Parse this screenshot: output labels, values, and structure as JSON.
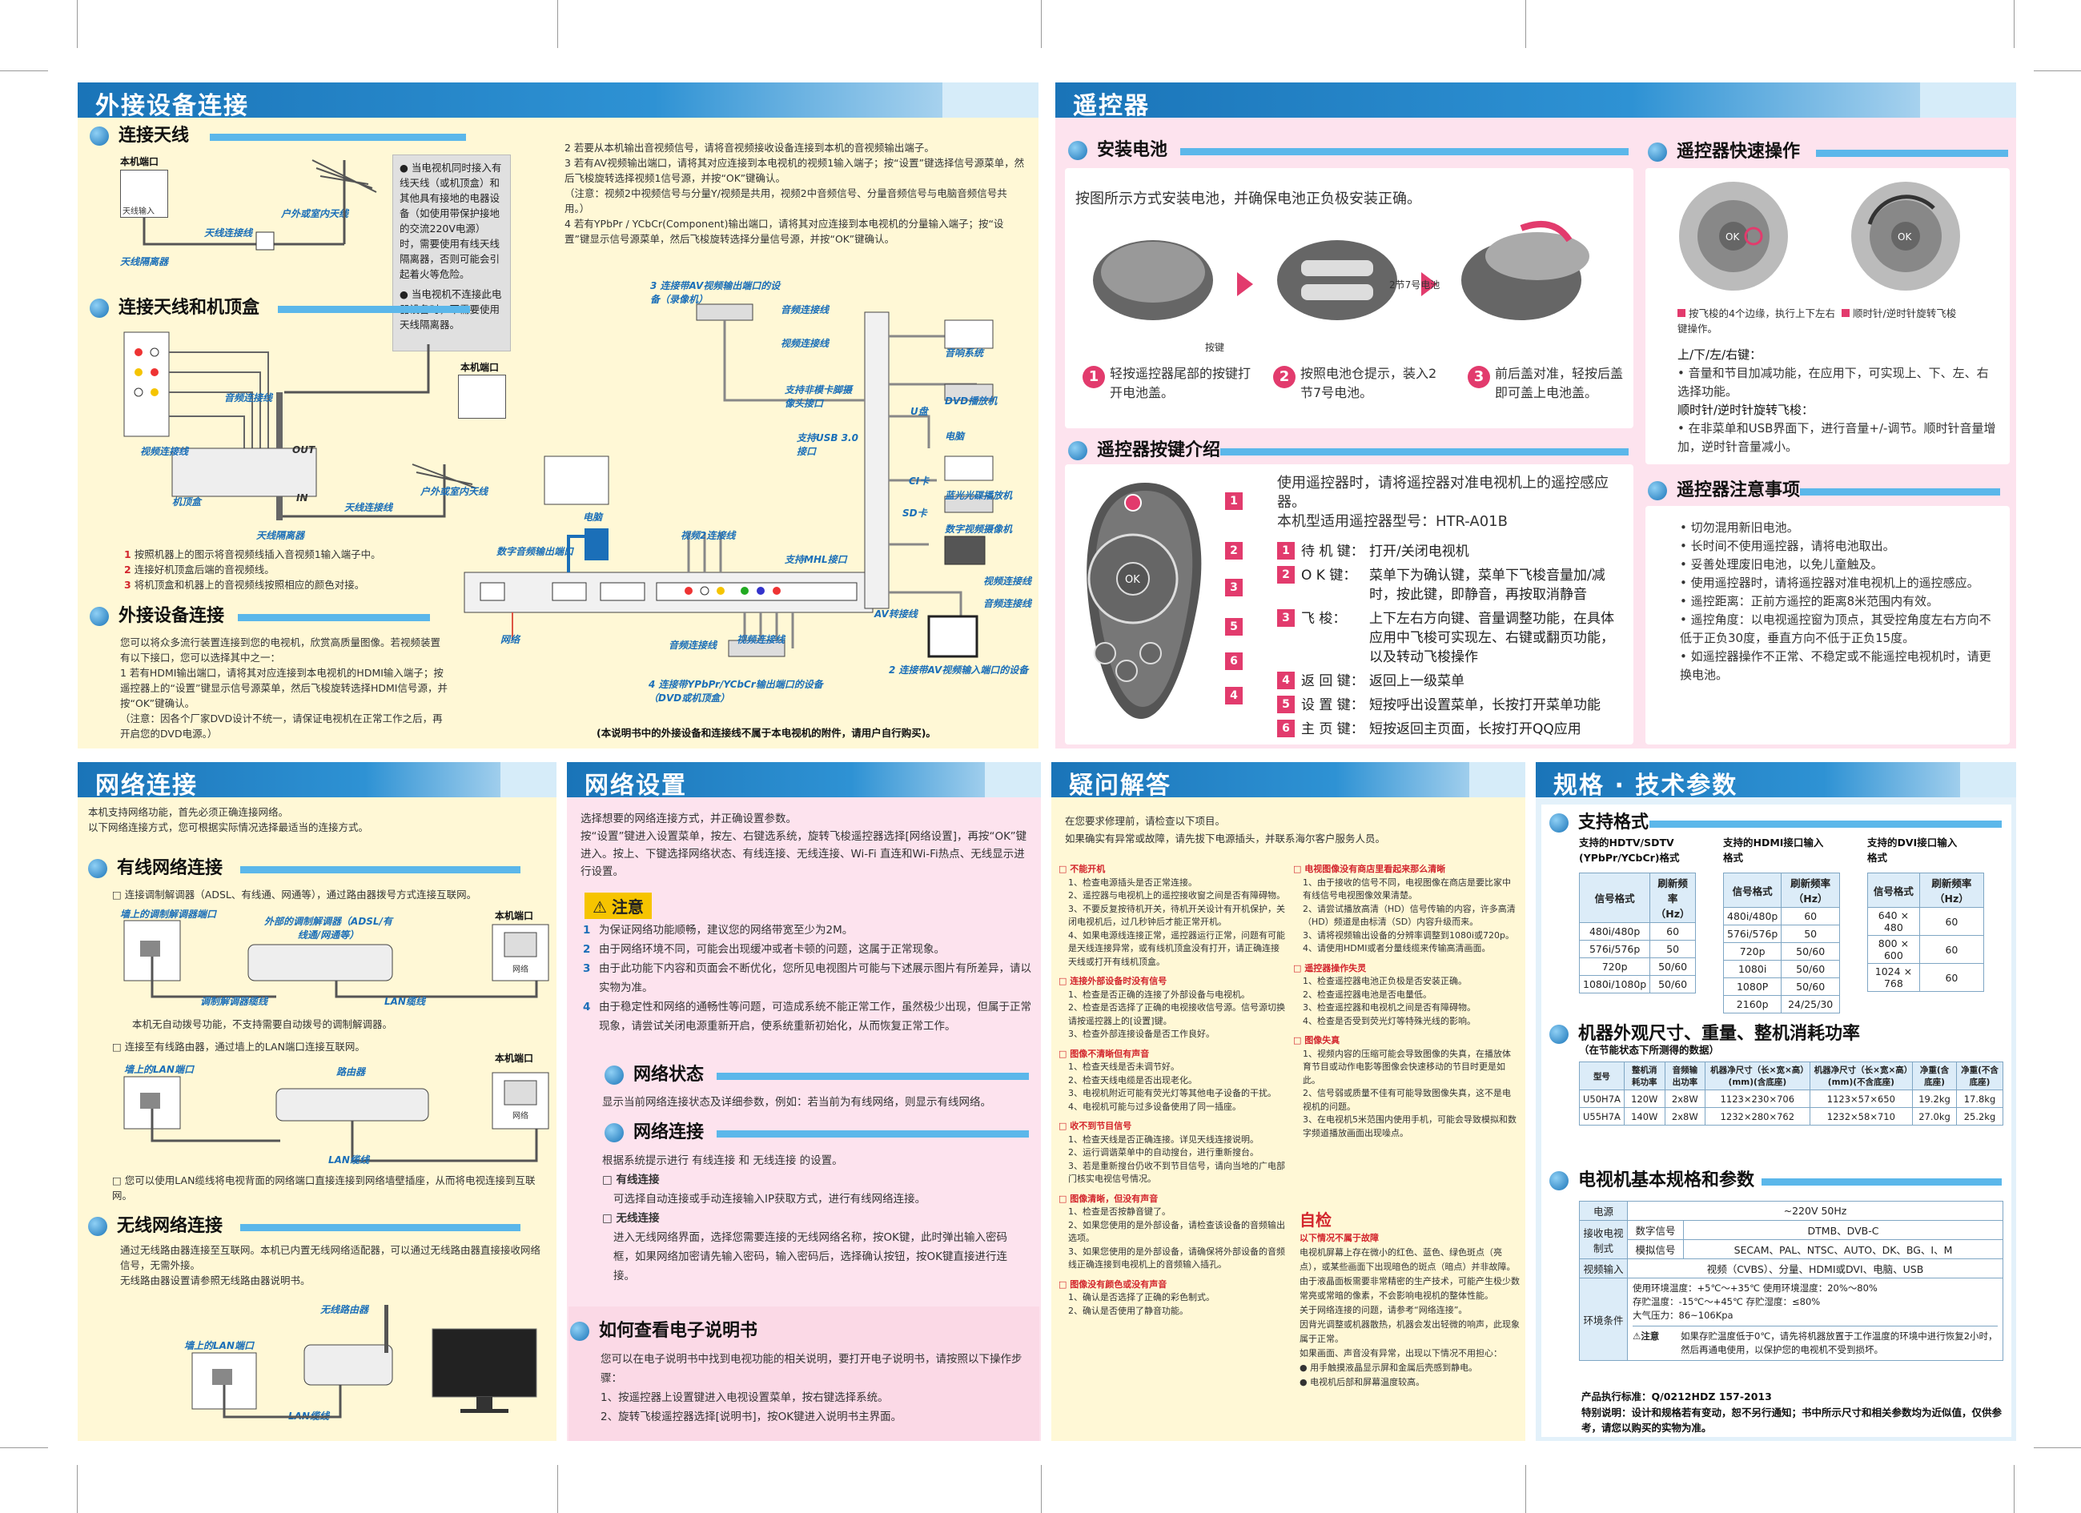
{
  "headers": {
    "external": "外接设备连接",
    "remote": "遥控器",
    "network_conn": "网络连接",
    "network_set": "网络设置",
    "faq": "疑问解答",
    "spec": "规格 · 技术参数"
  },
  "ext": {
    "antenna_title": "连接天线",
    "tv_port": "本机端口",
    "antenna_in": "天线输入",
    "antenna_wire": "天线连接线",
    "outdoor_antenna": "户外或室内天线",
    "antenna_isolator": "天线隔离器",
    "note1": "● 当电视机同时接入有线天线（或机顶盒）和其他具有接地的电器设备（如使用带保护接地的交流220V电源）时，需要使用有线天线隔离器，否则可能会引起着火等危险。",
    "note2": "● 当电视机不连接此电器设备时，不需要使用天线隔离器。",
    "antenna_stb_title": "连接天线和机顶盒",
    "audio_wire": "音频连接线",
    "video_wire": "视频连接线",
    "stb": "机顶盒",
    "out": "OUT",
    "in": "IN",
    "tv_port2": "本机端口",
    "steps": [
      "按照机器上的图示将音视频线插入音视频1输入端子中。",
      "连接好机顶盒后端的音视频线。",
      "将机顶盒和机器上的音视频线按照相应的颜色对接。"
    ],
    "ext_title": "外接设备连接",
    "ext_desc": "您可以将众多流行装置连接到您的电视机，欣赏高质量图像。若视频装置有以下接口，您可以选择其中之一：",
    "ext_1": "1  若有HDMI输出端口，请将其对应连接到本电视机的HDMI输入端子；按遥控器上的“设置”键显示信号源菜单，然后飞梭旋转选择HDMI信号源，并按“OK”键确认。",
    "ext_1_note": "（注意：因各个厂家DVD设计不统一，请保证电视机在正常工作之后，再开启您的DVD电源。）",
    "ext_2": "2  若要从本机输出音视频信号，请将音视频接收设备连接到本机的音视频输出端子。",
    "ext_3": "3  若有AV视频输出端口，请将其对应连接到本电视机的视频1输入端子；按“设置”键选择信号源菜单，然后飞梭旋转选择视频1信号源，并按“OK”键确认。",
    "ext_3_note": "（注意：视频2中视频信号与分量Y/视频是共用，视频2中音频信号、分量音频信号与电脑音频信号共用。）",
    "ext_4": "4  若有YPbPr / YCbCr(Component)输出端口，请将其对应连接到本电视机的分量输入端子；按“设置”键显示信号源菜单，然后飞梭旋转选择分量信号源，并按“OK”键确认。",
    "lab_av_out": "3 连接带AV视频输出端口的设备（录像机）",
    "lab_audio": "音频连接线",
    "lab_video": "视频连接线",
    "lab_sound": "音响系统",
    "lab_cam": "支持非模卡脚摄像头接口",
    "lab_udisk": "U盘",
    "lab_usb": "支持USB 3.0接口",
    "lab_dvd": "DVD播放机",
    "lab_pc": "电脑",
    "lab_ci": "CI卡",
    "lab_sd": "SD卡",
    "lab_bluray": "蓝光光碟播放机",
    "lab_dv": "数字视频摄像机",
    "lab_pc2": "电脑",
    "lab_video2": "视频2连接线",
    "lab_digital_audio": "数字音频输出端口",
    "lab_mhl": "支持MHL接口",
    "lab_av_wire": "AV转接线",
    "lab_vid": "视频连接线",
    "lab_aud": "音频连接线",
    "lab_net": "网络",
    "lab_comp": "4 连接带YPbPr/YCbCr输出端口的设备（DVD或机顶盒）",
    "lab_av2": "2 连接带AV视频输入端口的设备",
    "disclaimer": "(本说明书中的外接设备和连接线不属于本电视机的附件，请用户自行购买)。"
  },
  "remote": {
    "battery_title": "安装电池",
    "battery_desc": "按图所示方式安装电池，并确保电池正负极安装正确。",
    "button": "按键",
    "battery_label": "2节7号电池",
    "step1": "轻按遥控器尾部的按键打开电池盖。",
    "step2": "按照电池仓提示，装入2节7号电池。",
    "step3": "前后盖对准，轻按后盖即可盖上电池盖。",
    "quick_title": "遥控器快速操作",
    "quick_a": "按飞梭的4个边缘，执行上下左右键操作。",
    "quick_b": "顺时针/逆时针旋转飞梭",
    "quick_list": [
      "上/下/左/右键：",
      "• 音量和节目加减功能，在应用下，可实现上、下、左、右选择功能。",
      "顺时针/逆时针旋转飞梭：",
      "• 在非菜单和USB界面下，进行音量+/-调节。顺时针音量增加，逆时针音量减小。"
    ],
    "keys_title": "遥控器按键介绍",
    "keys_desc": "使用遥控器时，请将遥控器对准电视机上的遥控感应器。",
    "model": "本机型适用遥控器型号：HTR-A01B",
    "keys": [
      {
        "n": "1",
        "k": "待 机 键：",
        "v": "打开/关闭电视机"
      },
      {
        "n": "2",
        "k": "O K  键：",
        "v": "菜单下为确认键，菜单下飞梭音量加/减时，按此键，即静音，再按取消静音"
      },
      {
        "n": "3",
        "k": "飞    梭：",
        "v": "上下左右方向键、音量调整功能，在具体应用中飞梭可实现左、右键或翻页功能，以及转动飞梭操作"
      },
      {
        "n": "4",
        "k": "返 回 键：",
        "v": "返回上一级菜单"
      },
      {
        "n": "5",
        "k": "设 置 键：",
        "v": "短按呼出设置菜单，长按打开菜单功能"
      },
      {
        "n": "6",
        "k": "主 页 键：",
        "v": "短按返回主页面，长按打开QQ应用"
      }
    ],
    "callouts": [
      "1",
      "2",
      "3",
      "5",
      "6",
      "4"
    ],
    "care_title": "遥控器注意事项",
    "care": [
      "• 切勿混用新旧电池。",
      "• 长时间不使用遥控器，请将电池取出。",
      "• 妥善处理废旧电池，以免儿童触及。",
      "• 使用遥控器时，请将遥控器对准电视机上的遥控感应。",
      "• 遥控距离：正前方遥控的距离8米范围内有效。",
      "• 遥控角度：以电视遥控窗为顶点，其受控角度左右方向不低于正负30度，垂直方向不低于正负15度。",
      "• 如遥控器操作不正常、不稳定或不能遥控电视机时，请更换电池。"
    ],
    "ok": "OK"
  },
  "net": {
    "intro1": "本机支持网络功能，首先必须正确连接网络。",
    "intro2": "以下网络连接方式，您可根据实际情况选择最适当的连接方式。",
    "wired_title": "有线网络连接",
    "wired_1": "□ 连接调制解调器（ADSL、有线通、网通等），通过路由器拨号方式连接互联网。",
    "wall_modem": "墙上的调制解调器端口",
    "ext_modem": "外部的调制解调器（ADSL/有线通/网通等）",
    "tv_port": "本机端口",
    "modem_wire": "调制解调器缆线",
    "lan_wire": "LAN缆线",
    "net_port": "网络",
    "wired_note": "本机无自动拨号功能，不支持需要自动拨号的调制解调器。",
    "wired_2": "□ 连接至有线路由器，通过墙上的LAN端口连接互联网。",
    "wall_lan": "墙上的LAN端口",
    "router": "路由器",
    "tv_port2": "本机端口",
    "net_port2": "网络",
    "lan_wire2": "LAN缆线",
    "wired_3": "□ 您可以使用LAN缆线将电视背面的网络端口直接连接到网络墙壁插座，从而将电视连接到互联网。",
    "wireless_title": "无线网络连接",
    "wireless_desc": "通过无线路由器连接至互联网。本机已内置无线网络适配器，可以通过无线路由器直接接收网络信号，无需外接。",
    "wireless_desc2": "无线路由器设置请参照无线路由器说明书。",
    "wl_router": "无线路由器",
    "wall_lan2": "墙上的LAN端口",
    "lan_wire3": "LAN缆线"
  },
  "netset": {
    "intro": "选择想要的网络连接方式，并正确设置参数。",
    "intro2": "按“设置”键进入设置菜单，按左、右键选系统，旋转飞梭遥控器选择[网络设置]，再按“OK”键进入。按上、下键选择网络状态、有线连接、无线连接、Wi-Fi 直连和Wi-Fi热点、无线显示进行设置。",
    "warn": "注意",
    "warns": [
      "为保证网络功能顺畅，建议您的网络带宽至少为2M。",
      "由于网络环境不同，可能会出现缓冲或者卡顿的问题，这属于正常现象。",
      "由于此功能下内容和页面会不断优化，您所见电视图片可能与下述展示图片有所差异，请以实物为准。",
      "由于稳定性和网络的通畅性等问题，可造成系统不能正常工作，虽然极少出现，但属于正常现象，请尝试关闭电源重新开启，使系统重新初始化，从而恢复正常工作。"
    ],
    "status_title": "网络状态",
    "status_desc": "显示当前网络连接状态及详细参数，例如：若当前为有线网络，则显示有线网络。",
    "conn_title": "网络连接",
    "conn_desc": "根据系统提示进行 有线连接 和 无线连接 的设置。",
    "wired_h": "□ 有线连接",
    "wired_d": "可选择自动连接或手动连接输入IP获取方式，进行有线网络连接。",
    "wl_h": "□ 无线连接",
    "wl_d": "进入无线网络界面，选择您需要连接的无线网络名称，按OK键，此时弹出输入密码框，如果网络加密请先输入密码，输入密码后，选择确认按钮，按OK键直接进行连接。",
    "manual_title": "如何查看电子说明书",
    "manual_desc": "您可以在电子说明书中找到电视功能的相关说明，要打开电子说明书，请按照以下操作步骤：",
    "manual_1": "1、按遥控器上设置键进入电视设置菜单，按右键选择系统。",
    "manual_2": "2、旋转飞梭遥控器选择[说明书]，按OK键进入说明书主界面。"
  },
  "faq": {
    "intro1": "在您要求修理前，请检查以下项目。",
    "intro2": "如果确实有异常或故障，请先拔下电源插头，并联系海尔客户服务人员。",
    "left": [
      {
        "h": "□ 不能开机",
        "items": [
          "1、检查电源插头是否正常连接。",
          "2、遥控器与电视机上的遥控接收窗之间是否有障碍物。",
          "3、不要反复按待机开关，待机开关设计有开机保护，关闭电视机后，过几秒钟后才能正常开机。",
          "4、如果电源线连接正常，遥控器运行正常，问题有可能是天线连接异常，或有线机顶盒没有打开，请正确连接天线或打开有线机顶盒。"
        ]
      },
      {
        "h": "□ 连接外部设备时没有信号",
        "items": [
          "1、检查是否正确的连接了外部设备与电视机。",
          "2、检查是否选择了正确的电视接收信号源。信号源切换请按遥控器上的[设置]键。",
          "3、检查外部连接设备是否工作良好。"
        ]
      },
      {
        "h": "□ 图像不清晰但有声音",
        "items": [
          "1、检查天线是否未调节好。",
          "2、检查天线电缆是否出现老化。",
          "3、电视机附近可能有荧光灯等其他电子设备的干扰。",
          "4、电视机可能与过多设备使用了同一插座。"
        ]
      },
      {
        "h": "□ 收不到节目信号",
        "items": [
          "1、检查天线是否正确连接。详见天线连接说明。",
          "2、运行调谐菜单中的自动搜台，进行重新搜台。",
          "3、若是重新搜台仍收不到节目信号，请向当地的广电部门核实电视信号情况。"
        ]
      },
      {
        "h": "□ 图像清晰，但没有声音",
        "items": [
          "1、检查是否按静音键了。",
          "2、如果您使用的是外部设备，请检查该设备的音频输出选项。",
          "3、如果您使用的是外部设备，请确保将外部设备的音频线正确连接到电视机上的音频输入插孔。"
        ]
      },
      {
        "h": "□ 图像没有颜色或没有声音",
        "items": [
          "1、确认是否选择了正确的彩色制式。",
          "2、确认是否使用了静音功能。"
        ]
      }
    ],
    "right": [
      {
        "h": "□ 电视图像没有商店里看起来那么清晰",
        "items": [
          "1、由于接收的信号不同，电视图像在商店是要比家中有线信号电视图像效果清楚。",
          "2、请尝试播放高清（HD）信号传输的内容，许多高清（HD）频道是由标清（SD）内容升级而来。",
          "3、请将视频输出设备的分辨率调整到1080i或720p。",
          "4、请使用HDMI或者分量线缆来传输高清画面。"
        ]
      },
      {
        "h": "□ 遥控器操作失灵",
        "items": [
          "1、检查遥控器电池正负极是否安装正确。",
          "2、检查遥控器电池是否电量低。",
          "3、检查遥控器和电视机之间是否有障碍物。",
          "4、检查是否受到荧光灯等特殊光线的影响。"
        ]
      },
      {
        "h": "□ 图像失真",
        "items": [
          "1、视频内容的压缩可能会导致图像的失真，在播放体育节目或动作电影等图像会快速移动的节目时更是如此。",
          "2、信号弱或质量不佳有可能导致图像失真，这不是电视机的问题。",
          "3、在电视机5米范围内使用手机，可能会导致模拟和数字频道播放画面出现噪点。"
        ]
      }
    ],
    "self_h": "自检",
    "self_sub": "以下情况不属于故障",
    "self_d": "电视机屏幕上存在微小的红色、蓝色、绿色斑点（亮点），或某些画面下出现暗色的斑点（暗点）并非故障。由于液晶面板需要非常精密的生产技术，可能产生极少数常亮或常暗的像素，不会影响电视机的整体性能。",
    "self_d2": "关于网络连接的问题，请参考“网络连接”。",
    "self_d3": "因背光调整或机器散热，机器会发出轻微的响声，此现象属于正常。",
    "self_d4": "如果画面、声音没有异常，出现以下情况不用担心：",
    "self_list": [
      "● 用手触摸液晶显示屏和金属后壳感到静电。",
      "● 电视机后部和屏幕温度较高。"
    ]
  },
  "spec": {
    "fmt_title": "支持格式",
    "fmt_h1": "支持的HDTV/SDTV (YPbPr/YCbCr)格式",
    "fmt_h2": "支持的HDMI接口输入格式",
    "fmt_h3": "支持的DVI接口输入格式",
    "col_fmt": "信号格式",
    "col_hz": "刷新频率（Hz）",
    "t1": [
      [
        "480i/480p",
        "60"
      ],
      [
        "576i/576p",
        "50"
      ],
      [
        "720p",
        "50/60"
      ],
      [
        "1080i/1080p",
        "50/60"
      ]
    ],
    "t2": [
      [
        "480i/480p",
        "60"
      ],
      [
        "576i/576p",
        "50"
      ],
      [
        "720p",
        "50/60"
      ],
      [
        "1080i",
        "50/60"
      ],
      [
        "1080P",
        "50/60"
      ],
      [
        "2160p",
        "24/25/30"
      ]
    ],
    "t3": [
      [
        "640 × 480",
        "60"
      ],
      [
        "800 × 600",
        "60"
      ],
      [
        "1024 × 768",
        "60"
      ]
    ],
    "dim_title": "机器外观尺寸、重量、整机消耗功率",
    "dim_sub": "（在节能状态下所测得的数据）",
    "dim_cols": [
      "型号",
      "整机消耗功率",
      "音频输出功率",
      "机器净尺寸（长×宽×高）(mm)(含底座)",
      "机器净尺寸（长×宽×高）(mm)(不含底座)",
      "净重(含底座)",
      "净重(不含底座)"
    ],
    "dim_rows": [
      [
        "U50H7A",
        "120W",
        "2x8W",
        "1123×230×706",
        "1123×57×650",
        "19.2kg",
        "17.8kg"
      ],
      [
        "U55H7A",
        "140W",
        "2x8W",
        "1232×280×762",
        "1232×58×710",
        "27.0kg",
        "25.2kg"
      ]
    ],
    "basic_title": "电视机基本规格和参数",
    "power_k": "电源",
    "power_v": "~220V  50Hz",
    "recv_k": "接收电视制式",
    "digital_k": "数字信号",
    "digital_v": "DTMB、DVB-C",
    "analog_k": "模拟信号",
    "analog_v": "SECAM、PAL、NTSC、AUTO、DK、BG、I、M",
    "vin_k": "视频输入",
    "vin_v": "视频（CVBS）、分量、HDMI或DVI、电脑、USB",
    "env_k": "环境条件",
    "env_v1": "使用环境温度：+5℃～+35℃  使用环境湿度：20%～80%",
    "env_v2": "存贮温度：-15℃～+45℃  存贮湿度：≤80%",
    "env_v3": "大气压力：86~106Kpa",
    "env_note_h": "注意",
    "env_note": "如果存贮温度低于0℃，请先将机器放置于工作温度的环境中进行恢复2小时，然后再通电使用，以保护您的电视机不受到损坏。",
    "std": "产品执行标准：Q/0212HDZ 157-2013",
    "special": "特别说明：设计和规格若有变动，恕不另行通知；书中所示尺寸和相关参数均为近似值，仅供参考，请您以购买的实物为准。"
  }
}
